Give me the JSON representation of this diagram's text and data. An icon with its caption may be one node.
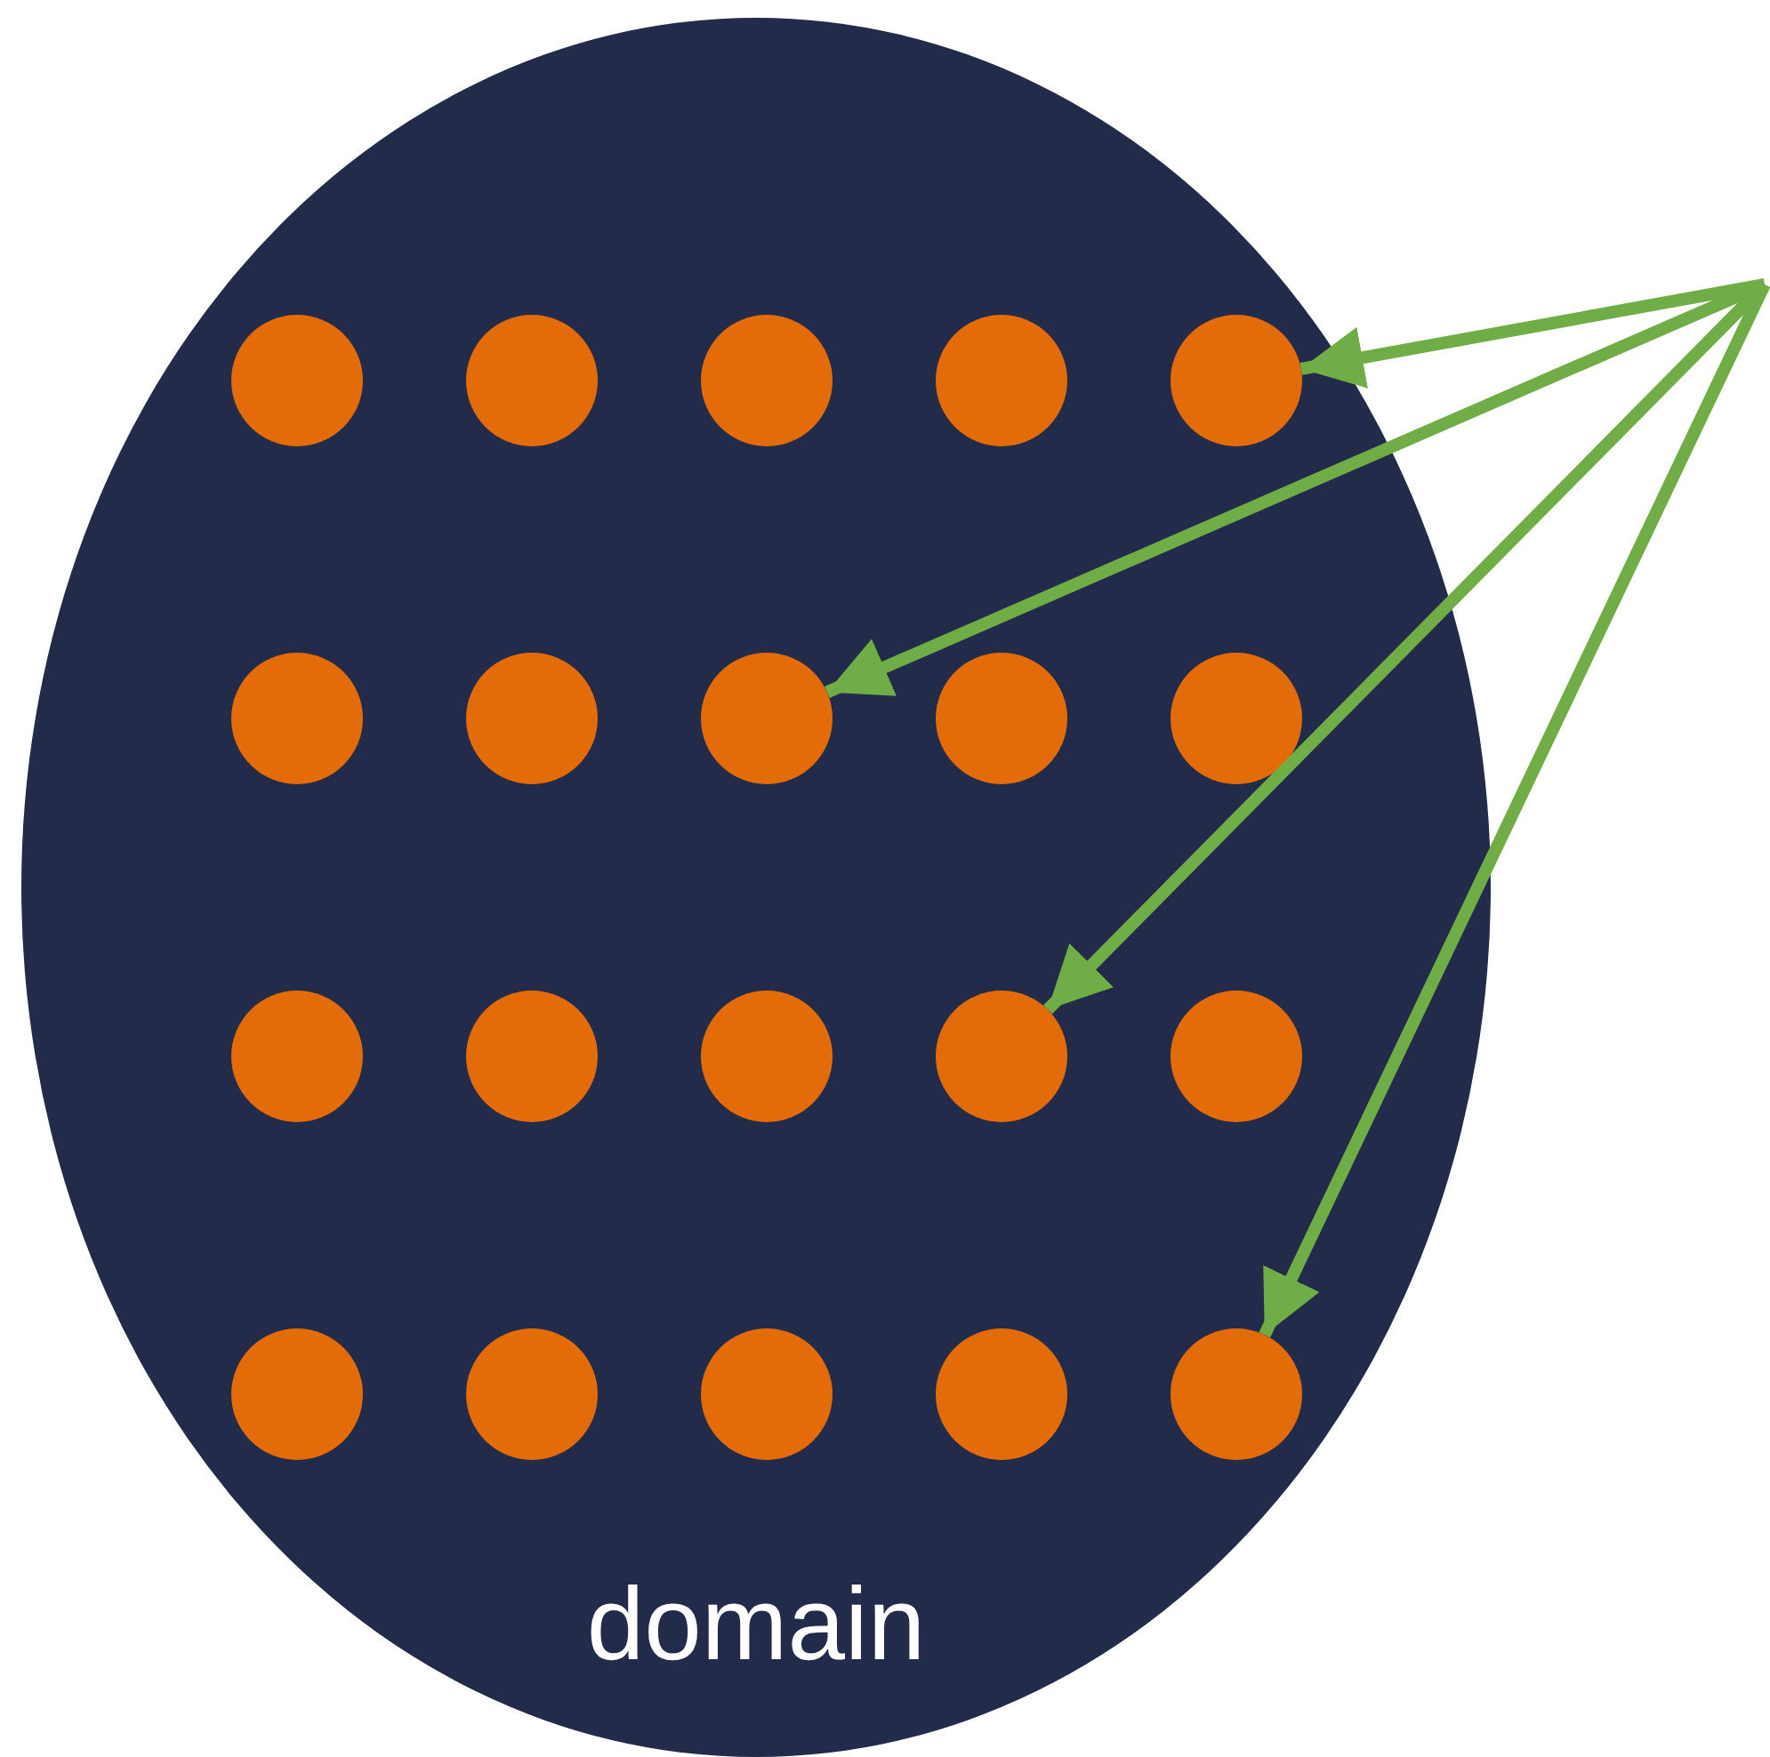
{
  "diagram": {
    "nodes": [
      {
        "text": [
          "domain"
        ]
      },
      {
        "text": [],
        "shape": "circle",
        "in": 0
      },
      {
        "text": [],
        "shape": "circle",
        "in": 0
      },
      {
        "text": [],
        "shape": "circle",
        "in": 0
      },
      {
        "text": [],
        "shape": "circle",
        "in": 0
      },
      {
        "text": [],
        "shape": "circle",
        "in": 0
      },
      {
        "text": [],
        "shape": "circle",
        "in": 0
      },
      {
        "text": [],
        "shape": "circle",
        "in": 0
      },
      {
        "text": [],
        "shape": "circle",
        "in": 0
      },
      {
        "text": [],
        "shape": "circle",
        "in": 0
      },
      {
        "text": [],
        "shape": "circle",
        "in": 0
      },
      {
        "text": [],
        "shape": "circle",
        "in": 0
      },
      {
        "text": [],
        "shape": "circle",
        "in": 0
      },
      {
        "text": [],
        "shape": "circle",
        "in": 0
      },
      {
        "text": [],
        "shape": "circle",
        "in": 0
      },
      {
        "text": [],
        "shape": "circle",
        "in": 0
      },
      {
        "text": [],
        "shape": "circle",
        "in": 0
      },
      {
        "text": [],
        "shape": "circle",
        "in": 0
      },
      {
        "text": [],
        "shape": "circle",
        "in": 0
      },
      {
        "text": [],
        "shape": "circle",
        "in": 0
      },
      {
        "text": [],
        "shape": "circle",
        "in": 0
      }
    ],
    "edges": [
      {
        "from": null,
        "to": 5,
        "arrow": "to"
      },
      {
        "from": null,
        "to": 8,
        "arrow": "to"
      },
      {
        "from": null,
        "to": 14,
        "arrow": "to"
      },
      {
        "from": null,
        "to": 20,
        "arrow": "to"
      }
    ]
  }
}
